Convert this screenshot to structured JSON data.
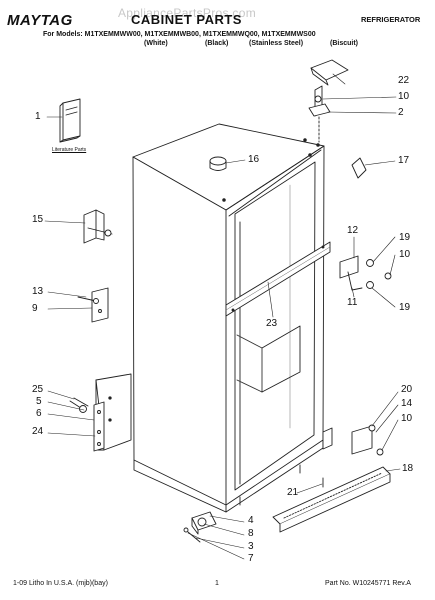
{
  "header": {
    "brand": "MAYTAG",
    "title": "CABINET PARTS",
    "watermark": "AppliancePartsPros.com",
    "doc_type": "REFRIGERATOR",
    "models_line": "For Models: M1TXEMMWW00, M1TXEMMWB00, M1TXEMMWQ00, M1TXEMMWS00",
    "variants": [
      "(White)",
      "(Black)",
      "(Stainless Steel)",
      "(Biscuit)"
    ]
  },
  "literature_label": "Literature Parts",
  "callouts": {
    "c1": "1",
    "c2": "2",
    "c3": "3",
    "c4": "4",
    "c5": "5",
    "c6": "6",
    "c7": "7",
    "c8": "8",
    "c9": "9",
    "c10a": "10",
    "c10b": "10",
    "c10c": "10",
    "c11": "11",
    "c12": "12",
    "c13": "13",
    "c14": "14",
    "c15": "15",
    "c16": "16",
    "c17": "17",
    "c18": "18",
    "c19a": "19",
    "c19b": "19",
    "c20": "20",
    "c21": "21",
    "c22": "22",
    "c23": "23",
    "c24": "24",
    "c25": "25"
  },
  "footer": {
    "left": "1-09 Litho In U.S.A. (mjb)(bay)",
    "page": "1",
    "right": "Part No. W10245771 Rev.A"
  }
}
